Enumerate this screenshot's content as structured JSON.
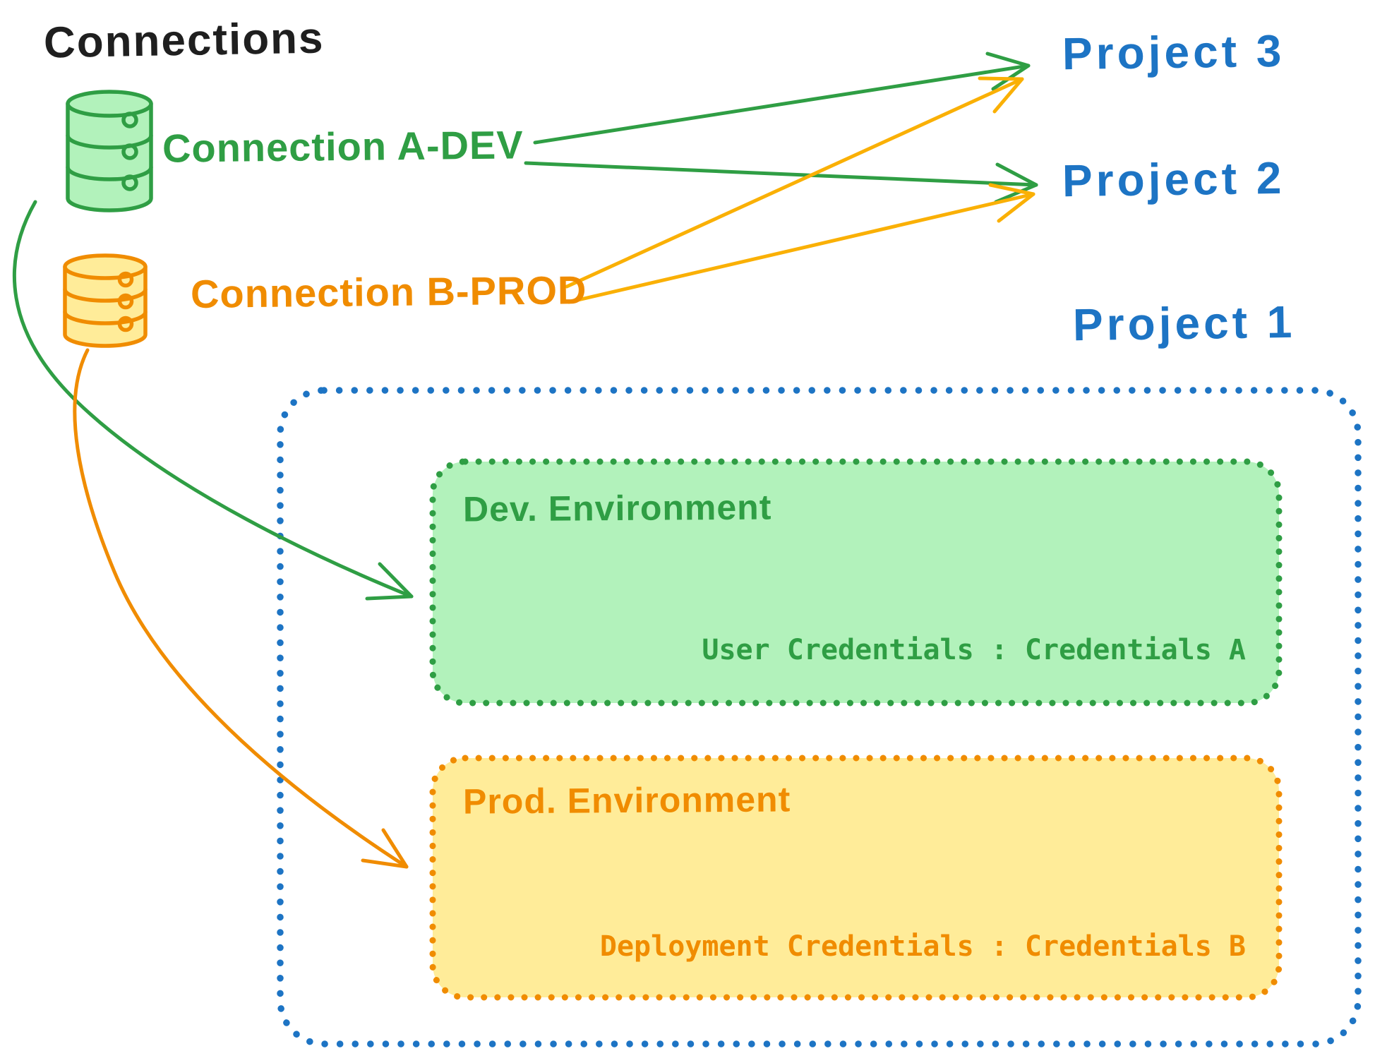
{
  "title": "Connections",
  "colors": {
    "dev_green_stroke": "#2f9e44",
    "dev_green_fill": "#b2f2bb",
    "prod_orange_stroke": "#f08c00",
    "prod_orange_fill": "#ffec99",
    "project_blue": "#1d74c4",
    "title_black": "#1f1f1f"
  },
  "connections": [
    {
      "label": "Connection A-DEV"
    },
    {
      "label": "Connection B-PROD"
    }
  ],
  "projects": [
    {
      "label": "Project 3"
    },
    {
      "label": "Project 2"
    },
    {
      "label": "Project 1"
    }
  ],
  "project1_detail": {
    "environments": [
      {
        "title": "Dev. Environment",
        "credentials": "User Credentials : Credentials A"
      },
      {
        "title": "Prod. Environment",
        "credentials": "Deployment Credentials : Credentials B"
      }
    ]
  },
  "edges": [
    {
      "from": "Connection A-DEV",
      "to": "Project 3",
      "style": "straight-arrow"
    },
    {
      "from": "Connection A-DEV",
      "to": "Project 2",
      "style": "straight-arrow"
    },
    {
      "from": "Connection B-PROD",
      "to": "Project 3",
      "style": "straight-arrow"
    },
    {
      "from": "Connection B-PROD",
      "to": "Project 2",
      "style": "straight-arrow"
    },
    {
      "from": "Connection A-DEV",
      "to": "Project 1 / Dev. Environment",
      "style": "curved-arrow"
    },
    {
      "from": "Connection B-PROD",
      "to": "Project 1 / Prod. Environment",
      "style": "curved-arrow"
    }
  ]
}
